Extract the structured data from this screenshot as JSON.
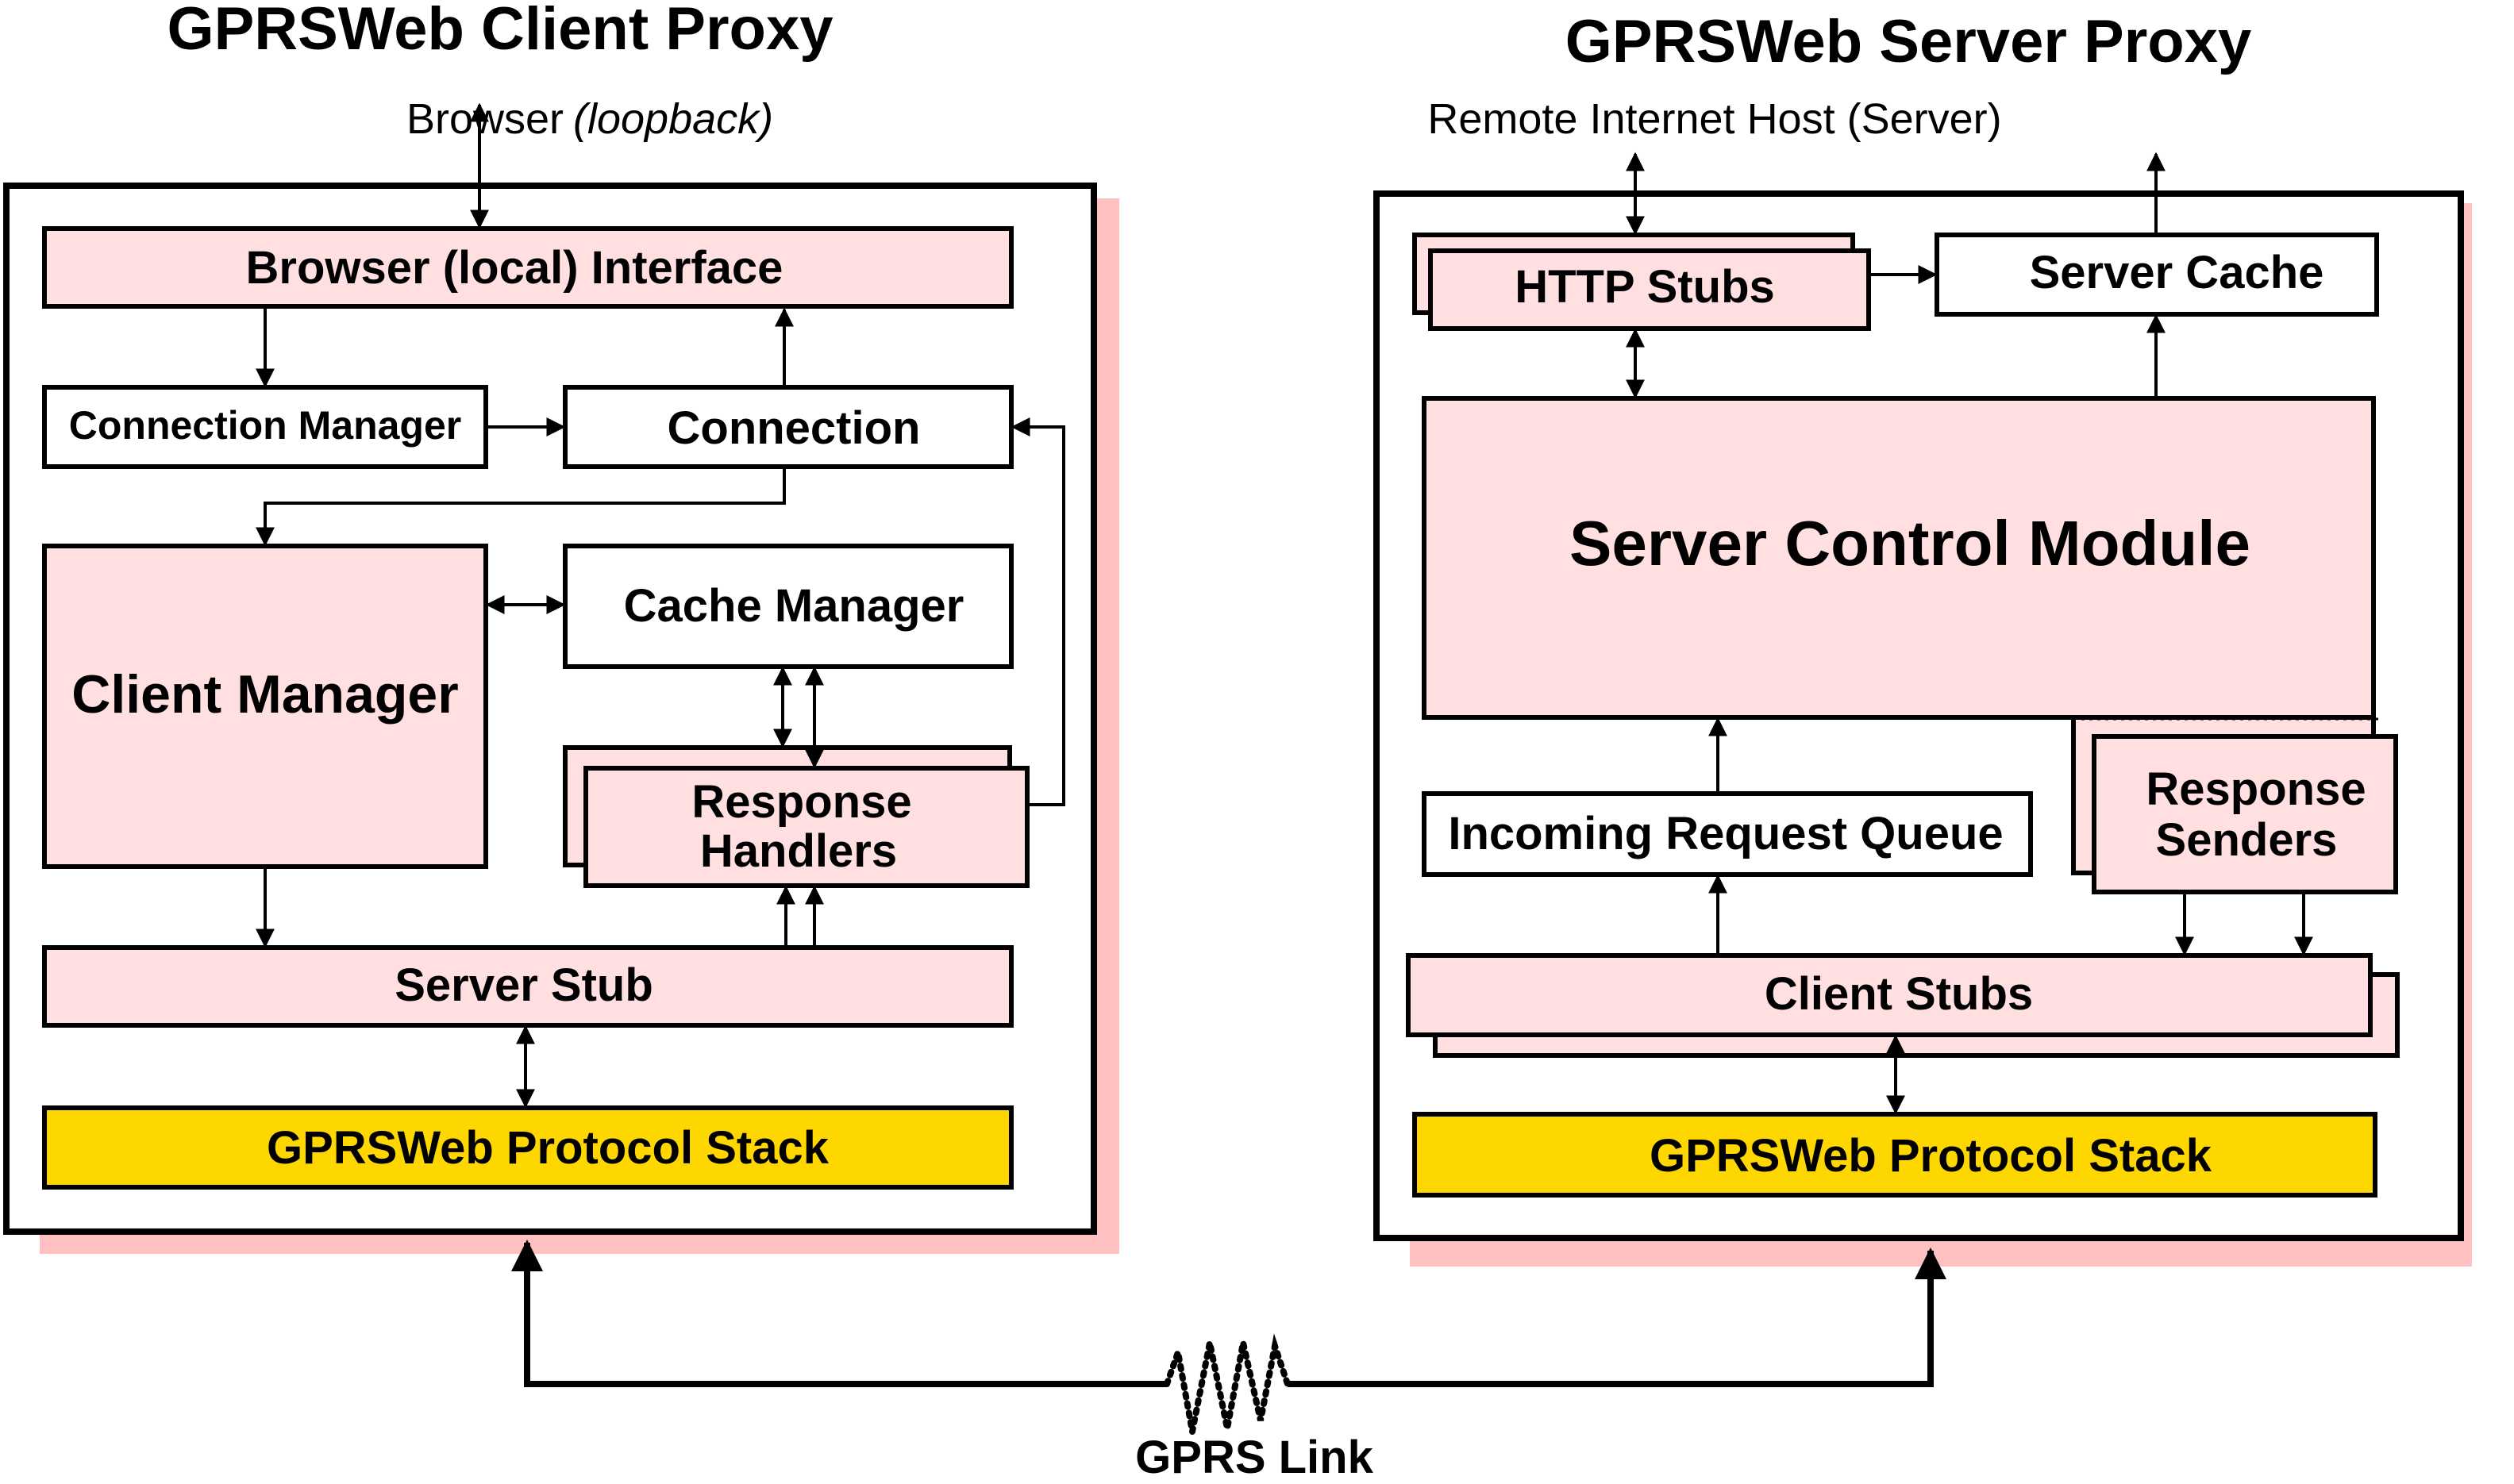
{
  "client": {
    "title": "GPRSWeb Client Proxy",
    "browser_label": "Browser",
    "browser_note": "(loopback)",
    "browser_interface": "Browser (local) Interface",
    "connection_manager": "Connection Manager",
    "connection": "Connection",
    "client_manager": "Client Manager",
    "cache_manager": "Cache Manager",
    "response_handlers_line1": "Response",
    "response_handlers_line2": "Handlers",
    "server_stub": "Server Stub",
    "protocol_stack": "GPRSWeb Protocol Stack"
  },
  "server": {
    "title": "GPRSWeb Server Proxy",
    "remote_host": "Remote Internet Host (Server)",
    "http_stubs": "HTTP Stubs",
    "server_cache": "Server Cache",
    "server_control_module": "Server Control Module",
    "incoming_request_queue": "Incoming Request Queue",
    "response_senders_line1": "Response",
    "response_senders_line2": "Senders",
    "client_stubs": "Client Stubs",
    "protocol_stack": "GPRSWeb Protocol Stack"
  },
  "link": {
    "label": "GPRS Link"
  },
  "colors": {
    "component_fill": "#ffdfe0",
    "shadow": "#ffc0c2",
    "protocol_stack": "#ffd700",
    "line": "#000000"
  }
}
